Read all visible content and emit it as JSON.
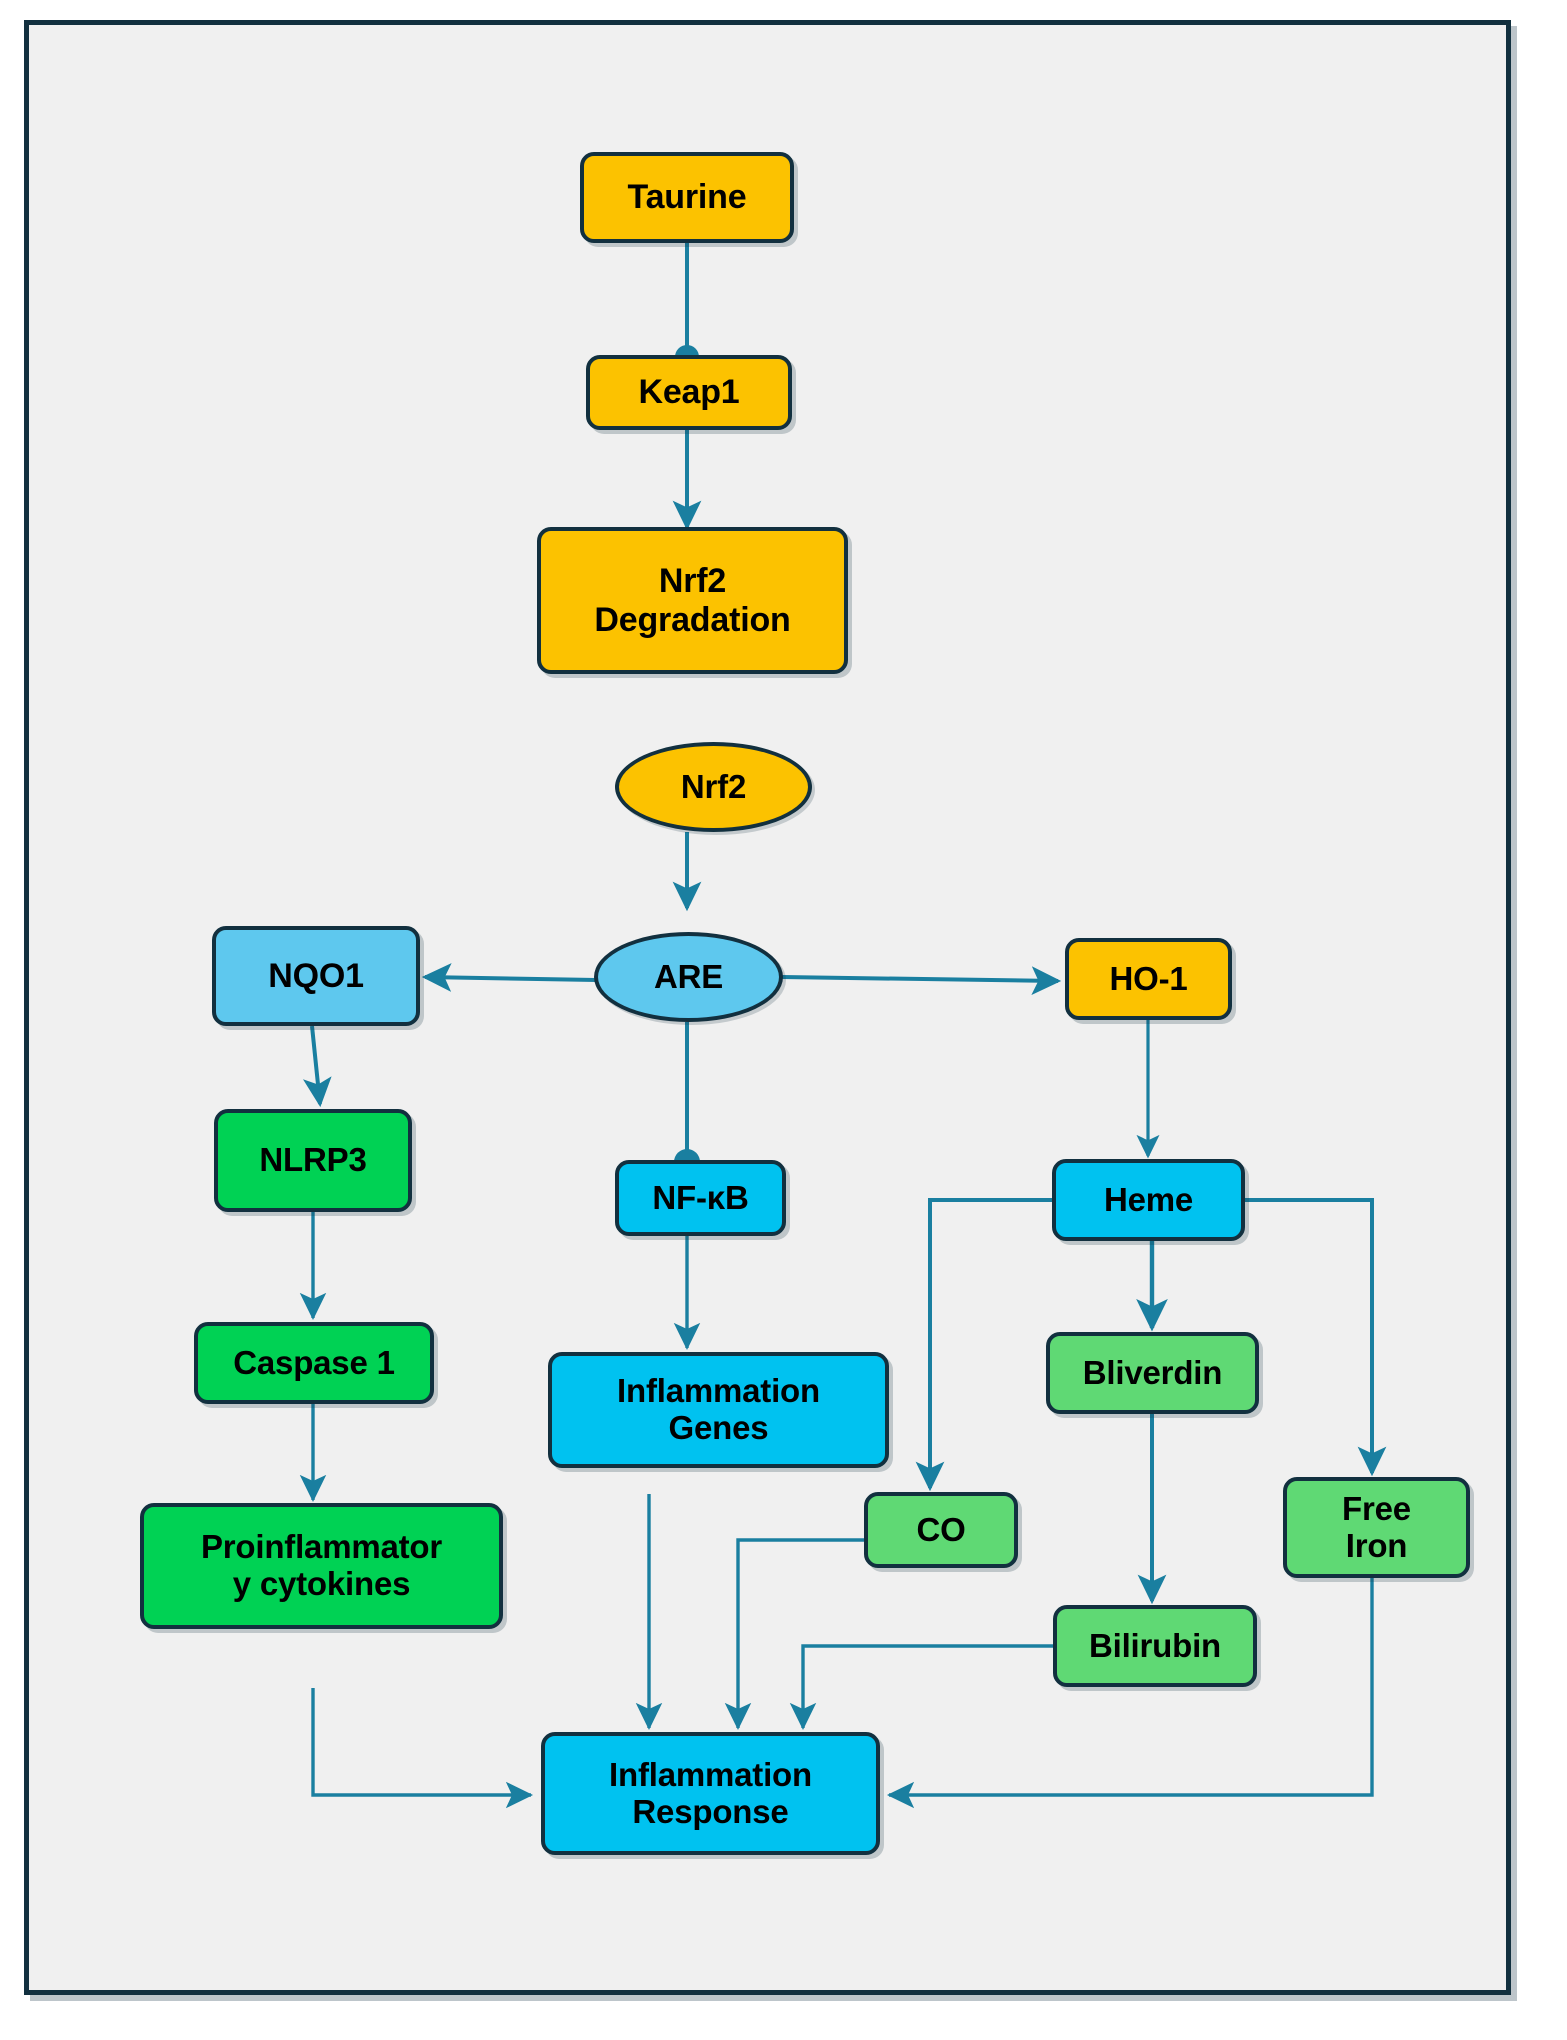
{
  "diagram": {
    "title": "Taurine Nrf2 HO-1 anti-inflammatory pathway",
    "background_color": "#f0f0f0",
    "frame_border_color": "#12303f",
    "edge_color": "#1a7fa0",
    "palette": {
      "yellow": "#fcc200",
      "cyan": "#00c2f0",
      "light_blue": "#5ec8ee",
      "green": "#00d254",
      "light_green": "#5fd974"
    },
    "nodes": [
      {
        "id": "taurine",
        "label": "Taurine",
        "shape": "rounded-rect",
        "color": "yellow"
      },
      {
        "id": "keap1",
        "label": "Keap1",
        "shape": "rounded-rect",
        "color": "yellow"
      },
      {
        "id": "nrf2_deg",
        "label": "Nrf2\nDegradation",
        "shape": "rounded-rect",
        "color": "yellow"
      },
      {
        "id": "nrf2",
        "label": "Nrf2",
        "shape": "ellipse",
        "color": "yellow"
      },
      {
        "id": "are",
        "label": "ARE",
        "shape": "ellipse",
        "color": "light_blue"
      },
      {
        "id": "nqo1",
        "label": "NQO1",
        "shape": "rounded-rect",
        "color": "light_blue"
      },
      {
        "id": "ho1",
        "label": "HO-1",
        "shape": "rounded-rect",
        "color": "yellow"
      },
      {
        "id": "nlrp3",
        "label": "NLRP3",
        "shape": "rounded-rect",
        "color": "green"
      },
      {
        "id": "nfkb",
        "label": "NF-κB",
        "shape": "rounded-rect",
        "color": "cyan"
      },
      {
        "id": "heme",
        "label": "Heme",
        "shape": "rounded-rect",
        "color": "cyan"
      },
      {
        "id": "caspase1",
        "label": "Caspase 1",
        "shape": "rounded-rect",
        "color": "green"
      },
      {
        "id": "infl_genes",
        "label": "Inflammation\nGenes",
        "shape": "rounded-rect",
        "color": "cyan"
      },
      {
        "id": "bliverdin",
        "label": "Bliverdin",
        "shape": "rounded-rect",
        "color": "light_green"
      },
      {
        "id": "co",
        "label": "CO",
        "shape": "rounded-rect",
        "color": "light_green"
      },
      {
        "id": "free_iron",
        "label": "Free\nIron",
        "shape": "rounded-rect",
        "color": "light_green"
      },
      {
        "id": "cytokines",
        "label": "Proinflammator\ny cytokines",
        "shape": "rounded-rect",
        "color": "green"
      },
      {
        "id": "bilirubin",
        "label": "Bilirubin",
        "shape": "rounded-rect",
        "color": "light_green"
      },
      {
        "id": "infl_resp",
        "label": "Inflammation\nResponse",
        "shape": "rounded-rect",
        "color": "cyan"
      }
    ],
    "edges": [
      {
        "from": "taurine",
        "to": "keap1",
        "marker": "inhibit"
      },
      {
        "from": "keap1",
        "to": "nrf2_deg",
        "marker": "arrow"
      },
      {
        "from": "nrf2",
        "to": "are",
        "marker": "arrow"
      },
      {
        "from": "are",
        "to": "nqo1",
        "marker": "arrow"
      },
      {
        "from": "are",
        "to": "ho1",
        "marker": "arrow"
      },
      {
        "from": "are",
        "to": "nfkb",
        "marker": "inhibit"
      },
      {
        "from": "nqo1",
        "to": "nlrp3",
        "marker": "arrow"
      },
      {
        "from": "nlrp3",
        "to": "caspase1",
        "marker": "arrow"
      },
      {
        "from": "caspase1",
        "to": "cytokines",
        "marker": "arrow"
      },
      {
        "from": "nfkb",
        "to": "infl_genes",
        "marker": "arrow"
      },
      {
        "from": "ho1",
        "to": "heme",
        "marker": "arrow"
      },
      {
        "from": "heme",
        "to": "bliverdin",
        "marker": "arrow"
      },
      {
        "from": "heme",
        "to": "co",
        "marker": "arrow"
      },
      {
        "from": "heme",
        "to": "free_iron",
        "marker": "arrow"
      },
      {
        "from": "bliverdin",
        "to": "bilirubin",
        "marker": "arrow"
      },
      {
        "from": "cytokines",
        "to": "infl_resp",
        "marker": "arrow"
      },
      {
        "from": "infl_genes",
        "to": "infl_resp",
        "marker": "arrow"
      },
      {
        "from": "co",
        "to": "infl_resp",
        "marker": "arrow"
      },
      {
        "from": "bilirubin",
        "to": "infl_resp",
        "marker": "arrow"
      },
      {
        "from": "free_iron",
        "to": "infl_resp",
        "marker": "arrow"
      }
    ]
  }
}
